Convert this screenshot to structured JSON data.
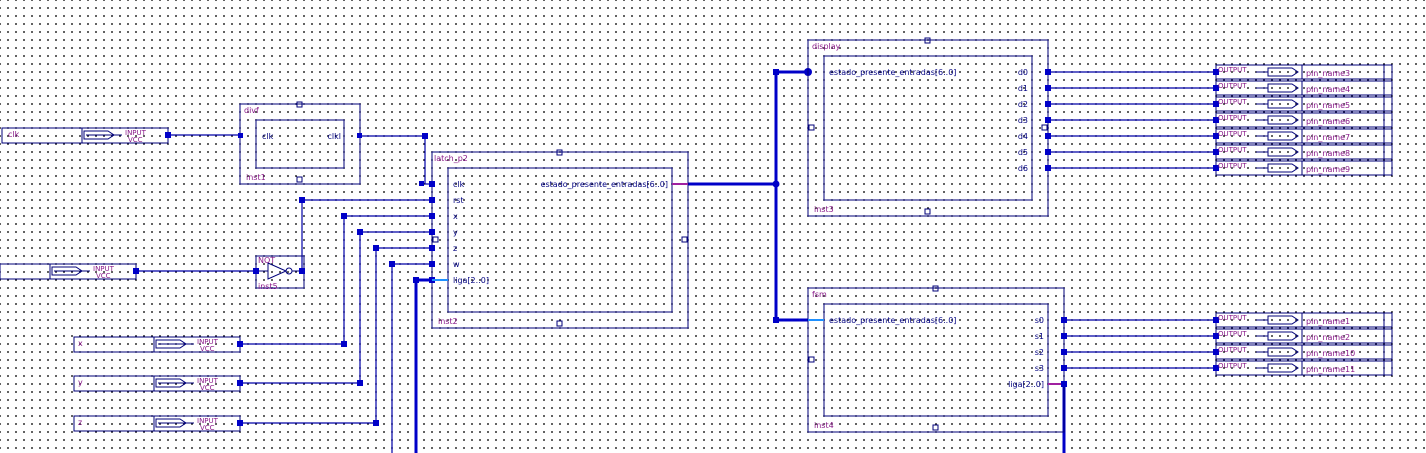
{
  "colors": {
    "wire": "#0000a8",
    "bus": "#0000c8",
    "block_border": "#00007a",
    "label": "#8a1a8a",
    "port_text": "#000080",
    "bus_stub_cyan": "#1e90ff",
    "bus_stub_purple": "#a020a0"
  },
  "blocks": {
    "divf": {
      "name": "divf",
      "instance": "inst1",
      "ports_in": [
        "clk"
      ],
      "ports_out": [
        "clkl"
      ]
    },
    "latch": {
      "name": "latch_p2",
      "instance": "inst2",
      "ports_in": [
        "clk",
        "rst",
        "x",
        "y",
        "z",
        "w",
        "liga[2..0]"
      ],
      "ports_out": [
        "estado_presente_entradas[6..0]"
      ]
    },
    "display": {
      "name": "display",
      "instance": "inst3",
      "ports_in": [
        "estado_presente_entradas[6..0]"
      ],
      "ports_out": [
        "d0",
        "d1",
        "d2",
        "d3",
        "d4",
        "d5",
        "d6"
      ]
    },
    "fsm": {
      "name": "fsm",
      "instance": "inst4",
      "ports_in": [
        "estado_presente_entradas[6..0]"
      ],
      "ports_out": [
        "s0",
        "s1",
        "s2",
        "s3",
        "liga[2..0]"
      ]
    },
    "not_gate": {
      "name": "NOT",
      "instance": "inst5"
    }
  },
  "inputs": [
    {
      "name": "clk",
      "type": "INPUT",
      "default": "VCC"
    },
    {
      "name": "",
      "type": "INPUT",
      "default": "VCC"
    },
    {
      "name": "x",
      "type": "INPUT",
      "default": "VCC"
    },
    {
      "name": "y",
      "type": "INPUT",
      "default": "VCC"
    },
    {
      "name": "z",
      "type": "INPUT",
      "default": "VCC"
    }
  ],
  "outputs_display": [
    {
      "name": "pin_name3",
      "type": "OUTPUT"
    },
    {
      "name": "pin_name4",
      "type": "OUTPUT"
    },
    {
      "name": "pin_name5",
      "type": "OUTPUT"
    },
    {
      "name": "pin_name6",
      "type": "OUTPUT"
    },
    {
      "name": "pin_name7",
      "type": "OUTPUT"
    },
    {
      "name": "pin_name8",
      "type": "OUTPUT"
    },
    {
      "name": "pin_name9",
      "type": "OUTPUT"
    }
  ],
  "outputs_fsm": [
    {
      "name": "pin_name1",
      "type": "OUTPUT"
    },
    {
      "name": "pin_name2",
      "type": "OUTPUT"
    },
    {
      "name": "pin_name10",
      "type": "OUTPUT"
    },
    {
      "name": "pin_name11",
      "type": "OUTPUT"
    }
  ]
}
